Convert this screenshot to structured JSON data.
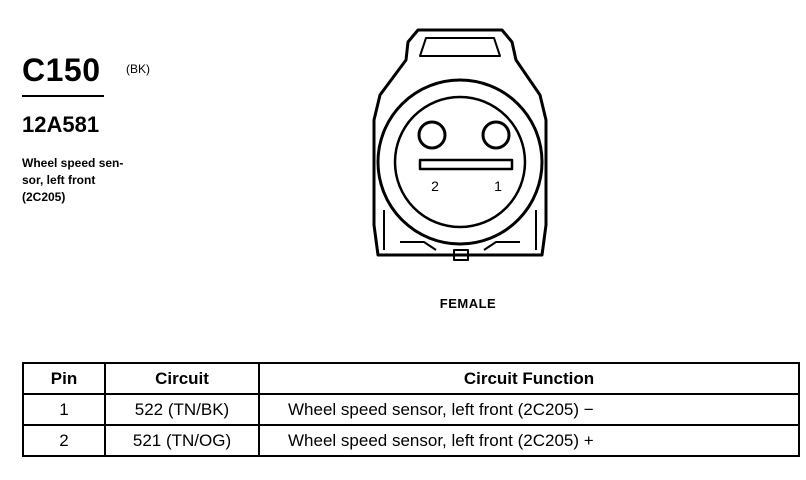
{
  "connector": {
    "id": "C150",
    "color": "(BK)",
    "part_number": "12A581",
    "description": "Wheel speed sen-\nsor, left front\n(2C205)"
  },
  "diagram": {
    "pin_labels": [
      "2",
      "1"
    ],
    "gender": "FEMALE"
  },
  "table": {
    "headers": [
      "Pin",
      "Circuit",
      "Circuit Function"
    ],
    "rows": [
      {
        "pin": "1",
        "circuit": "522 (TN/BK)",
        "function": "Wheel speed sensor, left front (2C205) −"
      },
      {
        "pin": "2",
        "circuit": "521 (TN/OG)",
        "function": "Wheel speed sensor, left front (2C205) +"
      }
    ]
  }
}
